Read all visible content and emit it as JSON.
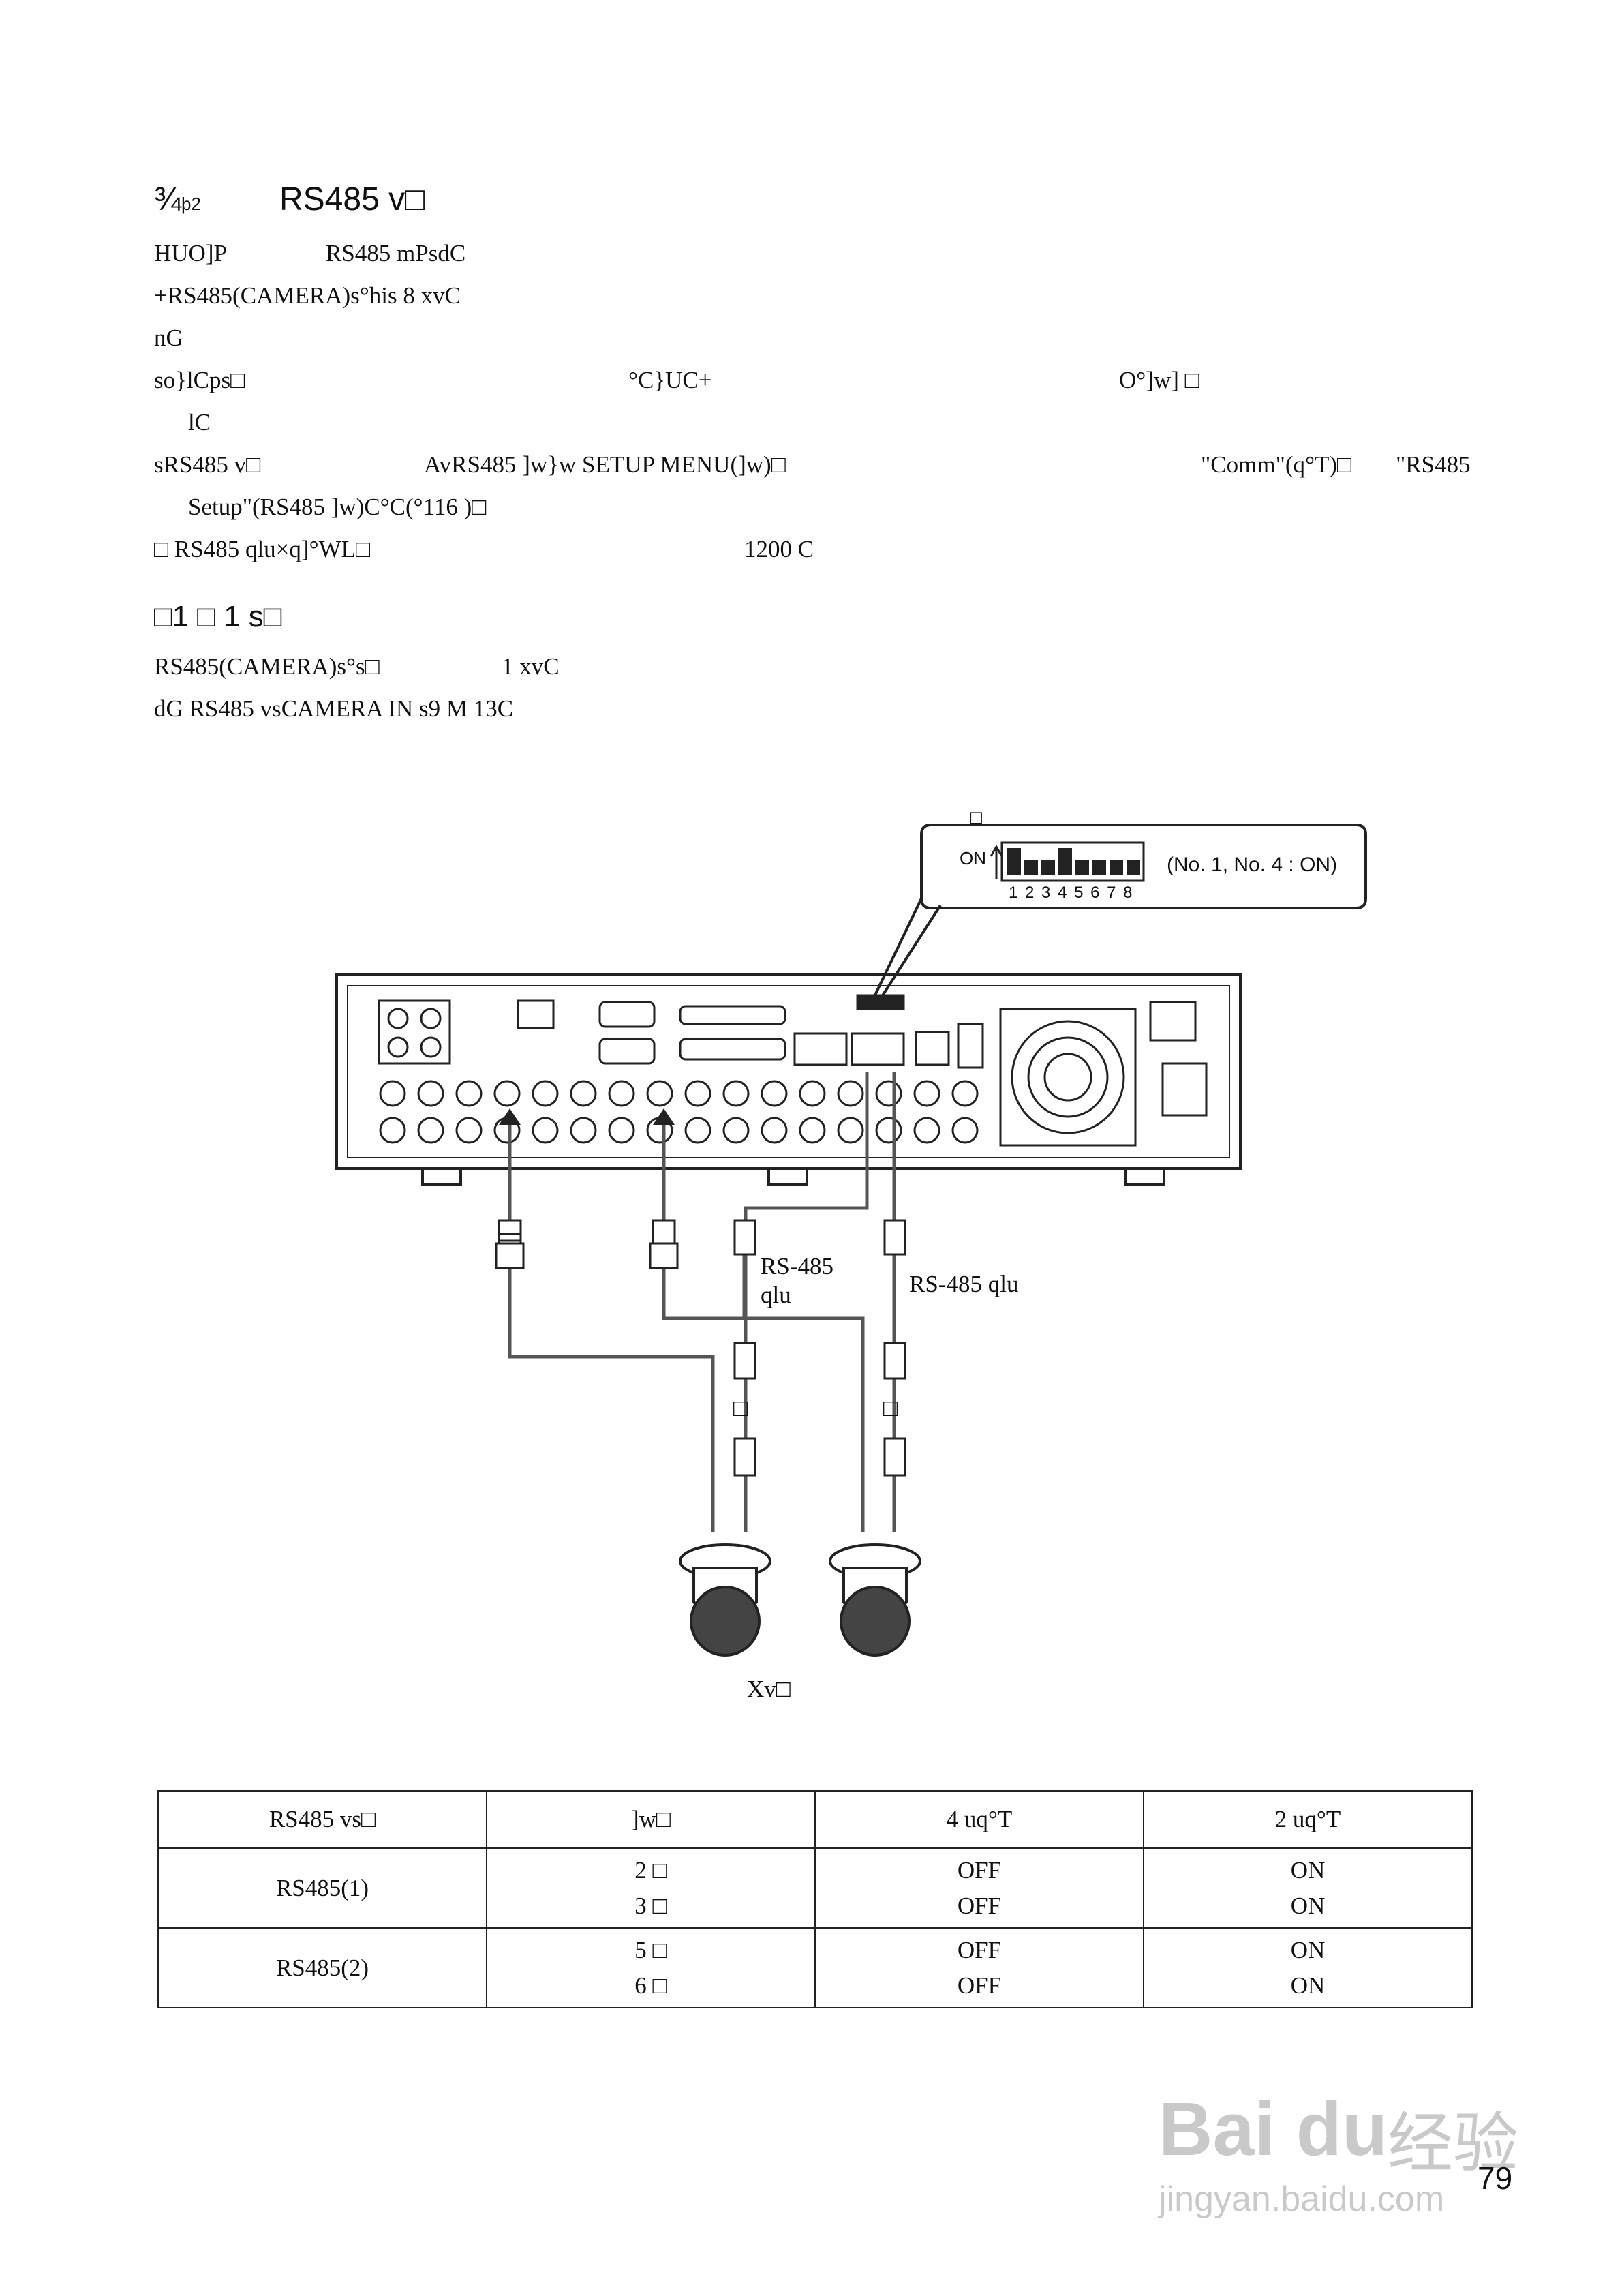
{
  "section": {
    "number": "¾",
    "sub": "þ2",
    "title": "RS485 v□"
  },
  "para1": [
    {
      "a": "HUO]P",
      "b": "RS485 mPsdC"
    },
    {
      "a": "+RS485(CAMERA)s°his 8 xvC"
    },
    {
      "a": "nG"
    },
    {
      "a": "so}lCps□",
      "b": "°C}UC+",
      "c": "O°]w] □"
    },
    {
      "a": "lC"
    },
    {
      "a": "sRS485 v□",
      "b": "AvRS485 ]w}w SETUP MENU(]w)□",
      "c": "\"Comm\"(q°T)□",
      "d": "\"RS485"
    },
    {
      "a": "Setup\"(RS485 ]w)C°C(°116 )□"
    },
    {
      "a": "□ RS485 qlu×q]°WL□",
      "b": "1200 C"
    }
  ],
  "sub_heading": "□1 □ 1 s□",
  "para2": [
    {
      "a": "RS485(CAMERA)s°s□",
      "b": "1 xvC"
    },
    {
      "a": "dG RS485 vsCAMERA IN s9 M 13C"
    }
  ],
  "diagram": {
    "callout_top": "□",
    "dip_on": "ON",
    "dip_numbers": "1 2 3 4 5 6 7 8",
    "dip_note": "(No. 1, No. 4 : ON)",
    "cable_label_1_line1": "RS-485",
    "cable_label_1_line2": "qlu",
    "cable_label_2": "RS-485 qlu",
    "marker_1": "□",
    "marker_2": "□",
    "camera_caption": "Xv□"
  },
  "table": {
    "headers": [
      "RS485 vs□",
      "]w□",
      "4 uq°T",
      "2 uq°T"
    ],
    "rows": [
      {
        "name": "RS485(1)",
        "pins": [
          "2 □",
          "3 □"
        ],
        "four": [
          "OFF",
          "OFF"
        ],
        "two": [
          "ON",
          "ON"
        ]
      },
      {
        "name": "RS485(2)",
        "pins": [
          "5 □",
          "6 □"
        ],
        "four": [
          "OFF",
          "OFF"
        ],
        "two": [
          "ON",
          "ON"
        ]
      }
    ]
  },
  "page_number": "79",
  "watermark": {
    "brand": "Bai du",
    "cn": "经验",
    "url": "jingyan.baidu.com"
  }
}
